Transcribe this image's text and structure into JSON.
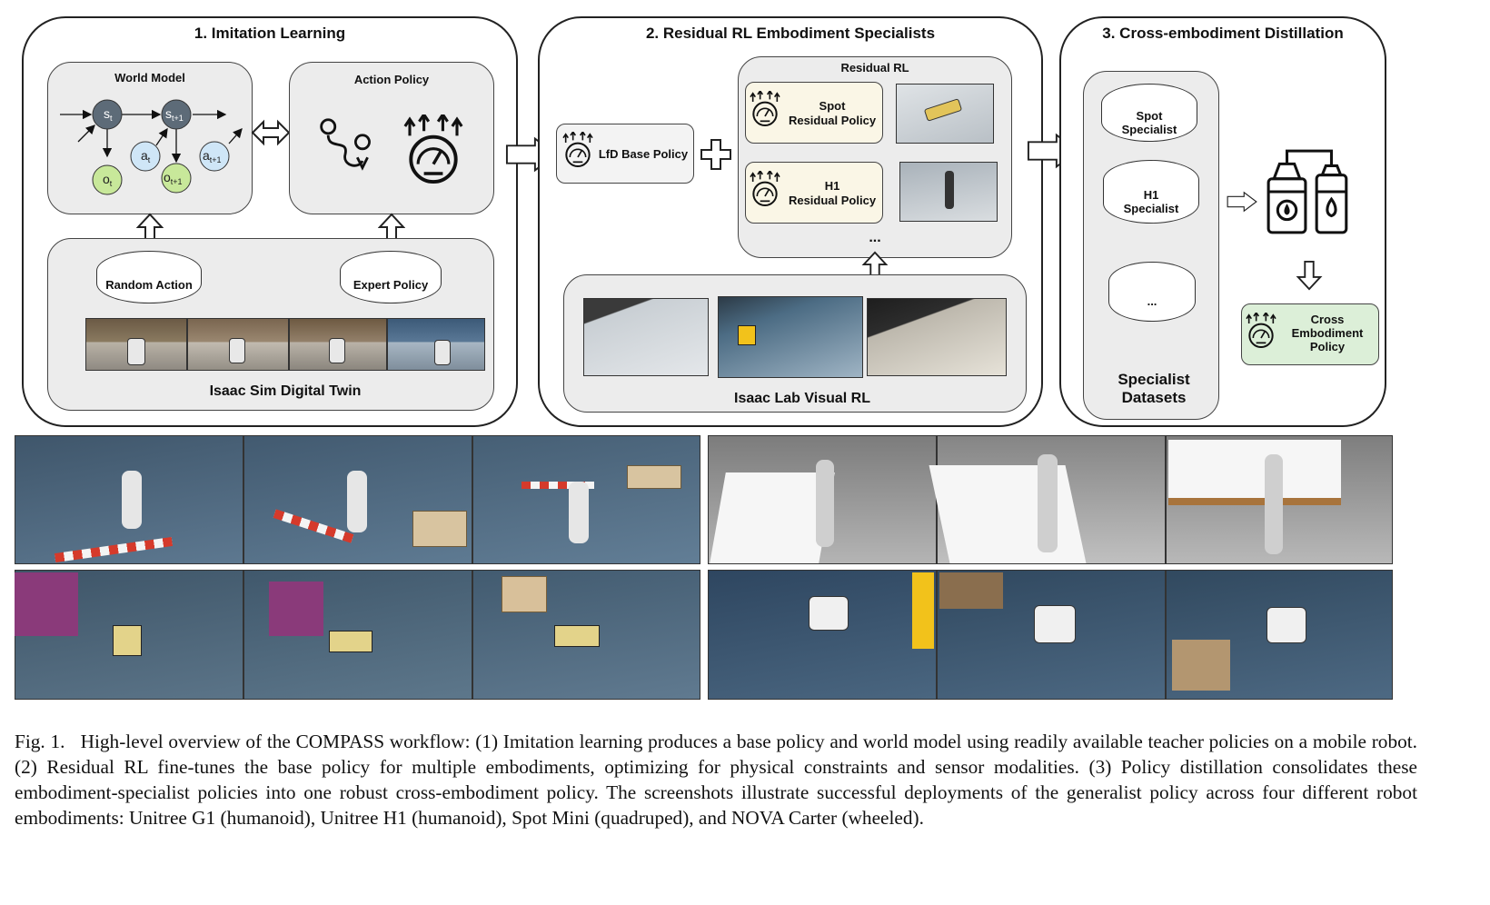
{
  "panels": {
    "p1": {
      "title": "1. Imitation Learning",
      "world_model": "World Model",
      "action_policy": "Action Policy",
      "nodes": {
        "st": "s",
        "st_sub": "t",
        "st1": "s",
        "st1_sub": "t+1",
        "ot": "o",
        "ot_sub": "t",
        "ot1": "o",
        "ot1_sub": "t+1",
        "at": "a",
        "at_sub": "t",
        "at1": "a",
        "at1_sub": "t+1"
      },
      "random_action": "Random Action",
      "expert_policy": "Expert Policy",
      "digital_twin": "Isaac Sim Digital Twin"
    },
    "p2": {
      "title": "2. Residual RL Embodiment Specialists",
      "lfd_base": "LfD Base Policy",
      "residual_rl": "Residual RL",
      "spot_line1": "Spot",
      "spot_line2": "Residual Policy",
      "h1_line1": "H1",
      "h1_line2": "Residual Policy",
      "ellipsis": "...",
      "visual_rl": "Isaac Lab Visual RL"
    },
    "p3": {
      "title": "3. Cross-embodiment Distillation",
      "spot_spec_1": "Spot",
      "spot_spec_2": "Specialist",
      "h1_spec_1": "H1",
      "h1_spec_2": "Specialist",
      "dots": "...",
      "datasets_1": "Specialist",
      "datasets_2": "Datasets",
      "cross_1": "Cross",
      "cross_2": "Embodiment",
      "cross_3": "Policy"
    }
  },
  "colors": {
    "node_dark": "#5d6b78",
    "node_green": "#c8e89a",
    "node_blue": "#cfe6f7",
    "policy_bg": "#faf6e6",
    "cross_bg": "#dcefd8",
    "floor": "#4f6a82"
  },
  "caption": {
    "label": "Fig. 1.",
    "text": "High-level overview of the COMPASS workflow: (1) Imitation learning produces a base policy and world model using readily available teacher policies on a mobile robot. (2) Residual RL fine-tunes the base policy for multiple embodiments, optimizing for physical constraints and sensor modalities. (3) Policy distillation consolidates these embodiment-specialist policies into one robust cross-embodiment policy. The screenshots illustrate successful deployments of the generalist policy across four different robot embodiments: Unitree G1 (humanoid), Unitree H1 (humanoid), Spot Mini (quadruped), and NOVA Carter (wheeled)."
  }
}
